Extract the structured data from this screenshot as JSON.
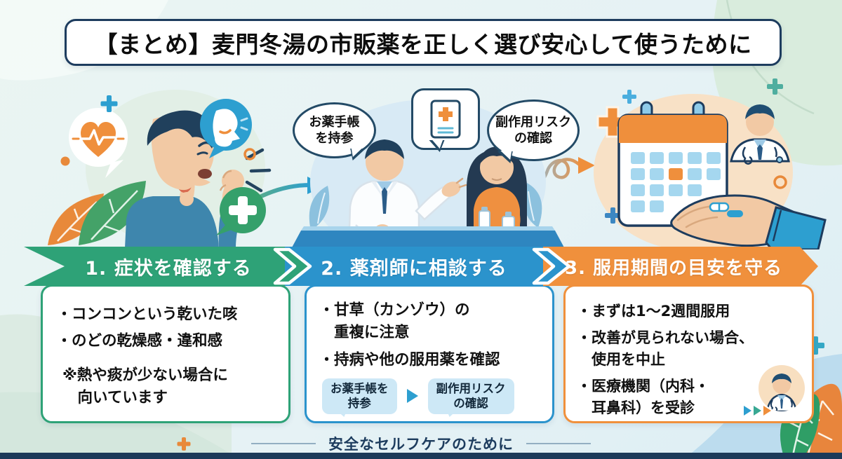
{
  "header": {
    "title": "【まとめ】麦門冬湯の市販薬を正しく選び安心して使うために"
  },
  "scene": {
    "bubble_left": "お薬手帳\nを持参",
    "bubble_right": "副作用リスク\nの確認"
  },
  "steps": [
    {
      "label": "1. 症状を確認する",
      "bullet1": "コンコンという乾いた咳",
      "bullet2": "のどの乾燥感・違和感",
      "note": "※熱や痰が少ない場合に\n　向いています"
    },
    {
      "label": "2. 薬剤師に相談する",
      "bullet1": "甘草（カンゾウ）の\n重複に注意",
      "bullet2": "持病や他の服用薬を確認",
      "chip1": "お薬手帳を\n持参",
      "chip2": "副作用リスク\nの確認"
    },
    {
      "label": "3. 服用期間の目安を守る",
      "bullet1": "まずは1～2週間服用",
      "bullet2": "改善が見られない場合、\n使用を中止",
      "bullet3": "医療機関（内科・\n耳鼻科）を受診"
    }
  ],
  "footer": {
    "caption": "安全なセルフケアのために"
  },
  "ui": {
    "bullet_marker": "・"
  },
  "icons": {
    "step_connectors": "chevron-band-arrow",
    "chip_separator": "play-triangle",
    "referral": "triple-play-triangles"
  },
  "colors": {
    "step1_green": "#2ea277",
    "step2_blue": "#2b93cc",
    "step3_orange": "#f0903c",
    "navy": "#1d3c5e",
    "accent_orange": "#e8893a",
    "chip_blue": "#cde8f6"
  }
}
